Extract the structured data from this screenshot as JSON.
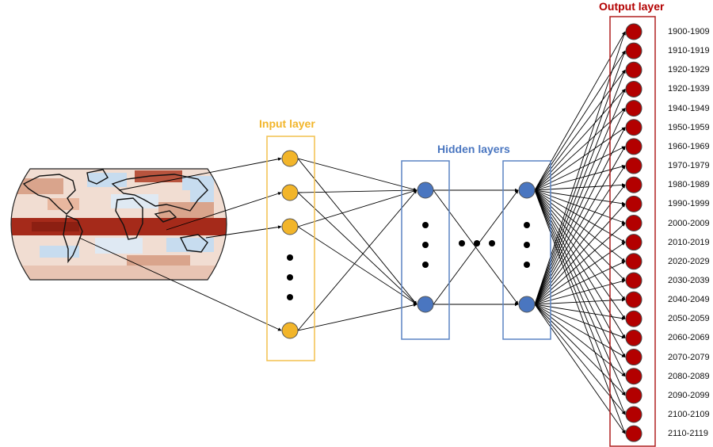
{
  "colors": {
    "input": "#f2b52a",
    "input_box": "#f2c14e",
    "hidden": "#4a76c0",
    "hidden_box": "#5b84c4",
    "output": "#b30000",
    "output_box": "#b02020",
    "map_warm": "#a52a1a",
    "map_cool": "#c7dcef"
  },
  "layers": {
    "input": {
      "title": "Input layer"
    },
    "hidden": {
      "title": "Hidden layers"
    },
    "output": {
      "title": "Output layer",
      "labels": [
        "1900-1909",
        "1910-1919",
        "1920-1929",
        "1920-1939",
        "1940-1949",
        "1950-1959",
        "1960-1969",
        "1970-1979",
        "1980-1989",
        "1990-1999",
        "2000-2009",
        "2010-2019",
        "2020-2029",
        "2030-2039",
        "2040-2049",
        "2050-2059",
        "2060-2069",
        "2070-2079",
        "2080-2089",
        "2090-2099",
        "2100-2109",
        "2110-2119"
      ]
    }
  }
}
